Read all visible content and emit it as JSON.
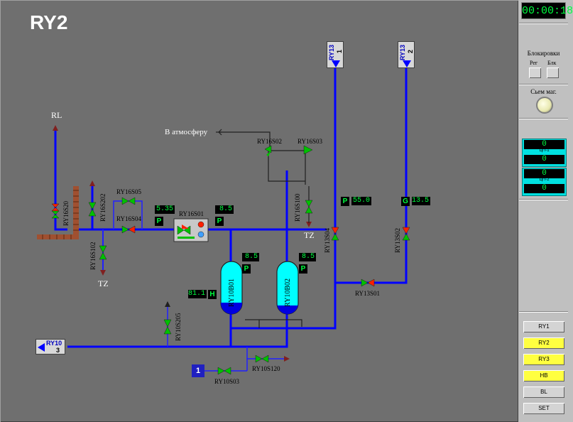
{
  "screen": {
    "title": "RY2"
  },
  "labels": {
    "rl": "RL",
    "atmosphere": "В атмосферу",
    "tz_left": "TZ",
    "tz_mid": "TZ"
  },
  "sources": {
    "ry13_1": {
      "name": "RY13",
      "num": "1"
    },
    "ry13_2": {
      "name": "RY13",
      "num": "2"
    },
    "ry10_3": {
      "name": "RY10",
      "num": "3"
    },
    "feed_1": "1"
  },
  "valves": {
    "s20": "RY16S20",
    "s202": "RY16S202",
    "s102": "RY16S102",
    "s05": "RY16S05",
    "s04": "RY16S04",
    "s01": "RY16S01",
    "s02": "RY16S02",
    "s03": "RY16S03",
    "s100": "RY16S100",
    "ry13s04": "RY13S04",
    "ry13s02": "RY13S02",
    "ry13s01": "RY13S01",
    "ry10s205": "RY10S205",
    "ry10s03": "RY10S03",
    "ry10s120": "RY10S120"
  },
  "tanks": {
    "b01": "RY10B01",
    "b02": "RY10B02"
  },
  "readouts": {
    "p_s01_left": {
      "value": "5.35",
      "tag": "P"
    },
    "p_s01_right": {
      "value": "8.5",
      "tag": "P"
    },
    "p_b01": {
      "value": "8.5",
      "tag": "P"
    },
    "p_b02": {
      "value": "8.5",
      "tag": "P"
    },
    "h_b01": {
      "value": "81.1",
      "tag": "H"
    },
    "p_ry13_1": {
      "value": "55.0",
      "tag": "P"
    },
    "g_ry13_2": {
      "value": "13.5",
      "tag": "G"
    }
  },
  "sidebar": {
    "clock": "00:00:18",
    "blocking_label": "Блокировки",
    "reg_label": "Рег",
    "blk_label": "Блк",
    "signal_label": "Сьем маг.",
    "counter1": {
      "top": "0",
      "label": "ЦП-1",
      "bottom": "0"
    },
    "counter2": {
      "top": "0",
      "label": "ЦП-2",
      "bottom": "0"
    },
    "nav": [
      "RY1",
      "RY2",
      "RY3",
      "HB",
      "BL",
      "SET"
    ]
  },
  "colors": {
    "pipe": "#0000ff",
    "background": "#6f6f6f",
    "valve_green": "#00c000",
    "valve_red": "#ff2000",
    "tank": "#00ffff",
    "readout_text": "#00ff40",
    "highlight_button": "#ffff40"
  }
}
